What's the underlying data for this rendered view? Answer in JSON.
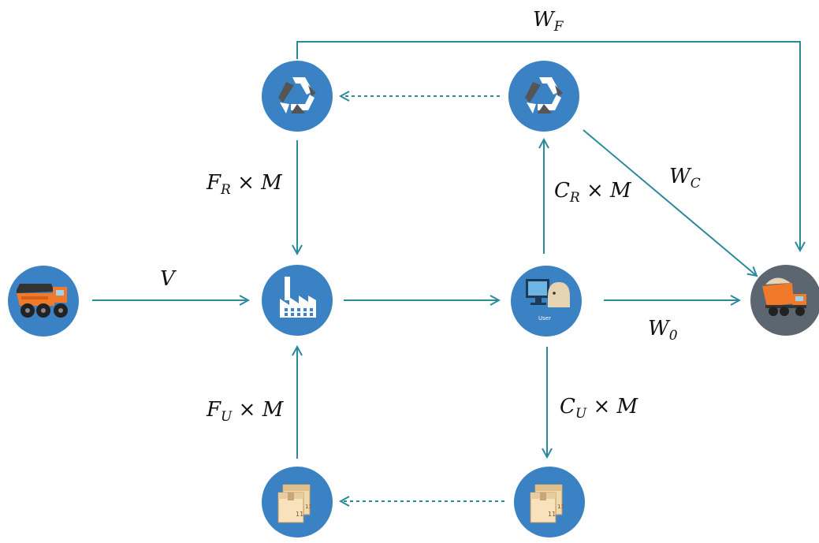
{
  "diagram": {
    "colors": {
      "arrow": "#2a8a9c",
      "node_fill": "#3b82c4",
      "landfill_fill": "#5c6670",
      "truck_orange": "#f07a2a",
      "box": "#f3d8a9"
    },
    "nodes": {
      "mine": {
        "icon": "mining-truck-icon"
      },
      "factory": {
        "icon": "factory-icon"
      },
      "user": {
        "icon": "user-computer-icon",
        "caption": "User"
      },
      "landfill": {
        "icon": "dump-truck-icon"
      },
      "recycle_top_left": {
        "icon": "recycle-icon"
      },
      "recycle_top_right": {
        "icon": "recycle-icon"
      },
      "reuse_bottom_left": {
        "icon": "boxes-icon"
      },
      "reuse_bottom_right": {
        "icon": "boxes-icon"
      }
    },
    "labels": {
      "wf": {
        "main": "W",
        "sub": "F"
      },
      "wc": {
        "main": "W",
        "sub": "C"
      },
      "w0": {
        "main": "W",
        "sub": "0"
      },
      "v": {
        "main": "V"
      },
      "fr": {
        "main": "F",
        "sub": "R",
        "tail": " × M"
      },
      "cr": {
        "main": "C",
        "sub": "R",
        "tail": " × M"
      },
      "fu": {
        "main": "F",
        "sub": "U",
        "tail": " × M"
      },
      "cu": {
        "main": "C",
        "sub": "U",
        "tail": " × M"
      }
    }
  }
}
